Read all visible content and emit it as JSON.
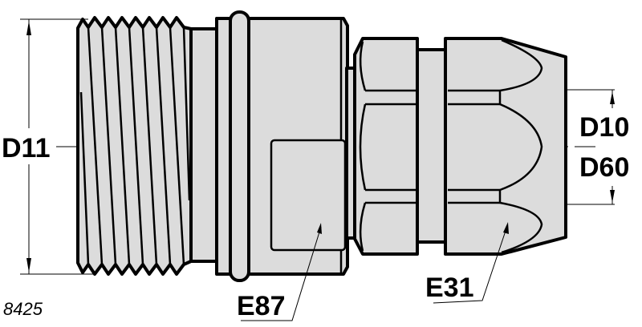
{
  "labels": {
    "d11": "D11",
    "d10": "D10",
    "d60": "D60",
    "e87": "E87",
    "e31": "E31",
    "figure_number": "8425"
  },
  "colors": {
    "fill": "#dcdcdc",
    "line": "#000000"
  }
}
